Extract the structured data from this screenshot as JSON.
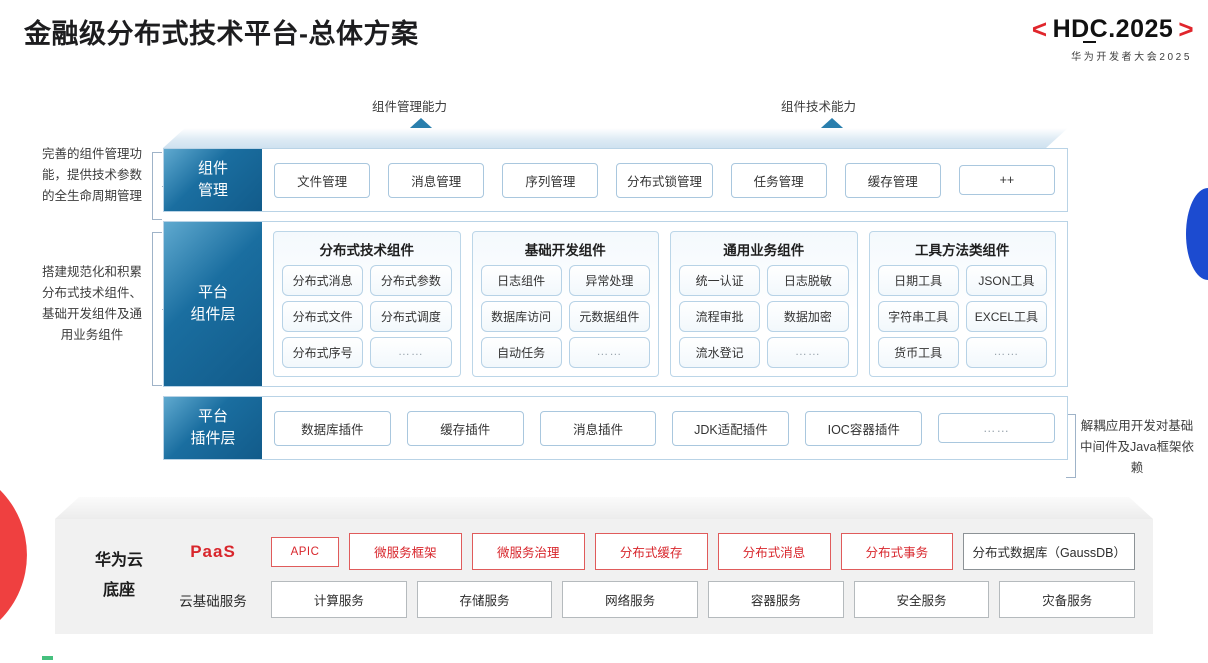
{
  "header": {
    "title": "金融级分布式技术平台-总体方案",
    "logo": {
      "left_bracket": "<",
      "wordmark": "HDC.2025",
      "right_bracket": ">",
      "subtitle": "华为开发者大会2025"
    }
  },
  "arrows": [
    {
      "label": "组件管理能力"
    },
    {
      "label": "组件技术能力"
    }
  ],
  "notes": {
    "left_top": "完善的组件管理功能，提供技术参数的全生命周期管理",
    "left_bottom": "搭建规范化和积累分布式技术组件、基础开发组件及通用业务组件",
    "right": "解耦应用开发对基础中间件及Java框架依赖"
  },
  "layers": [
    {
      "id": "component-management",
      "tab_line1": "组件",
      "tab_line2": "管理",
      "items": [
        "文件管理",
        "消息管理",
        "序列管理",
        "分布式锁管理",
        "任务管理",
        "缓存管理",
        "++"
      ]
    },
    {
      "id": "platform-component",
      "tab_line1": "平台",
      "tab_line2": "组件层",
      "groups": [
        {
          "title": "分布式技术组件",
          "items": [
            "分布式消息",
            "分布式参数",
            "分布式文件",
            "分布式调度",
            "分布式序号",
            "……"
          ]
        },
        {
          "title": "基础开发组件",
          "items": [
            "日志组件",
            "异常处理",
            "数据库访问",
            "元数据组件",
            "自动任务",
            "……"
          ]
        },
        {
          "title": "通用业务组件",
          "items": [
            "统一认证",
            "日志脱敏",
            "流程审批",
            "数据加密",
            "流水登记",
            "……"
          ]
        },
        {
          "title": "工具方法类组件",
          "items": [
            "日期工具",
            "JSON工具",
            "字符串工具",
            "EXCEL工具",
            "货币工具",
            "……"
          ]
        }
      ]
    },
    {
      "id": "platform-plugin",
      "tab_line1": "平台",
      "tab_line2": "插件层",
      "items": [
        "数据库插件",
        "缓存插件",
        "消息插件",
        "JDK适配插件",
        "IOC容器插件",
        "……"
      ]
    }
  ],
  "cloud_base": {
    "title_line1": "华为云",
    "title_line2": "底座",
    "paas": {
      "label": "PaaS",
      "items": [
        {
          "text": "APIC",
          "style": "red"
        },
        {
          "text": "微服务框架",
          "style": "red"
        },
        {
          "text": "微服务治理",
          "style": "red"
        },
        {
          "text": "分布式缓存",
          "style": "red"
        },
        {
          "text": "分布式消息",
          "style": "red"
        },
        {
          "text": "分布式事务",
          "style": "red"
        },
        {
          "text": "分布式数据库（GaussDB）",
          "style": "gray"
        }
      ]
    },
    "infra": {
      "label": "云基础服务",
      "items": [
        "计算服务",
        "存储服务",
        "网络服务",
        "容器服务",
        "安全服务",
        "灾备服务"
      ]
    }
  },
  "colors": {
    "brand_red": "#d8262c",
    "layer_blue": "#125b8a",
    "arrow_blue": "#2a7fad",
    "deco_blue": "#1c4bd0",
    "deco_red": "#ef4040",
    "deco_green": "#46c07e"
  }
}
